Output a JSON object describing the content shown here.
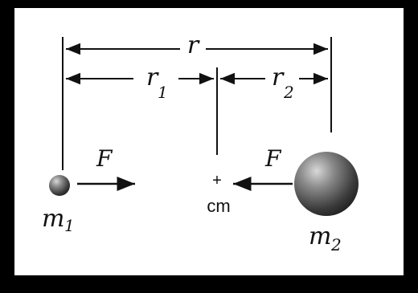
{
  "labels": {
    "r": "r",
    "r1_main": "r",
    "r1_sub": "1",
    "r2_main": "r",
    "r2_sub": "2",
    "force_left": "F",
    "force_right": "F",
    "cm_plus": "+",
    "cm": "cm",
    "m1_main": "m",
    "m1_sub": "1",
    "m2_main": "m",
    "m2_sub": "2"
  },
  "colors": {
    "background": "#000000",
    "panel": "#ffffff",
    "ink": "#111111"
  }
}
